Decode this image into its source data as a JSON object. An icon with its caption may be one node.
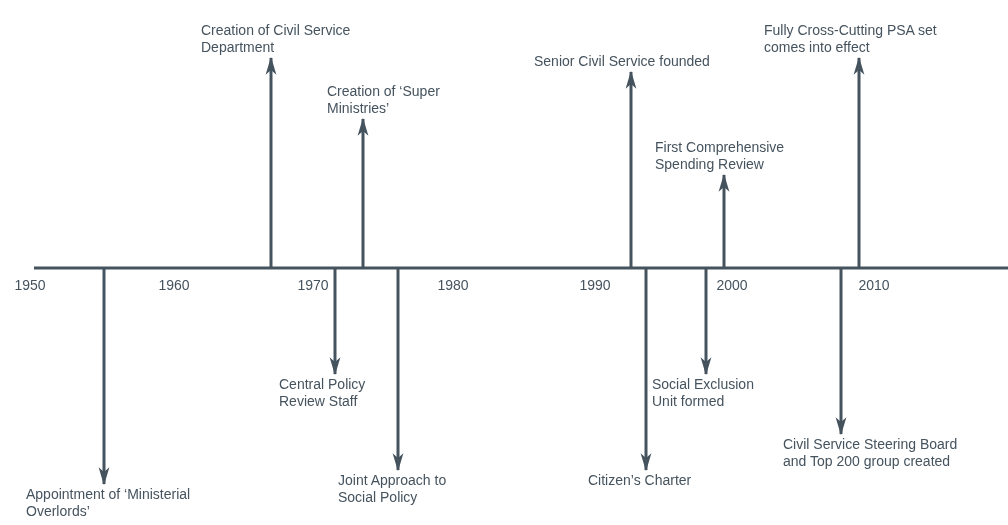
{
  "diagram": {
    "nodes": [
      {
        "text": [
          "Appointment of ‘Ministerial Overlords’"
        ]
      },
      {
        "text": [
          "Creation of Civil Service Department"
        ]
      },
      {
        "text": [
          "Central Policy Review Staff"
        ]
      },
      {
        "text": [
          "Creation of ‘Super Ministries’"
        ]
      },
      {
        "text": [
          "Joint Approach to Social Policy"
        ]
      },
      {
        "text": [
          "Senior Civil Service founded"
        ]
      },
      {
        "text": [
          "Citizen’s Charter"
        ]
      },
      {
        "text": [
          "Social Exclusion Unit formed"
        ]
      },
      {
        "text": [
          "First Comprehensive Spending Review"
        ]
      },
      {
        "text": [
          "Civil Service Steering Board and Top 200 group created"
        ]
      },
      {
        "text": [
          "Fully Cross-Cutting PSA set comes into effect"
        ]
      }
    ],
    "edges": [
      {
        "from": null,
        "to": 0,
        "arrow": "to"
      },
      {
        "from": null,
        "to": 1,
        "arrow": "to"
      },
      {
        "from": null,
        "to": 2,
        "arrow": "to"
      },
      {
        "from": null,
        "to": 3,
        "arrow": "to"
      },
      {
        "from": null,
        "to": 4,
        "arrow": "to"
      },
      {
        "from": null,
        "to": 5,
        "arrow": "to"
      },
      {
        "from": null,
        "to": 6,
        "arrow": "to"
      },
      {
        "from": null,
        "to": 7,
        "arrow": "to"
      },
      {
        "from": null,
        "to": 8,
        "arrow": "to"
      },
      {
        "from": null,
        "to": 9,
        "arrow": "to"
      },
      {
        "from": null,
        "to": 10,
        "arrow": "to"
      }
    ],
    "labels": [
      "1950",
      "1960",
      "1970",
      "1980",
      "1990",
      "2000",
      "2010"
    ]
  }
}
